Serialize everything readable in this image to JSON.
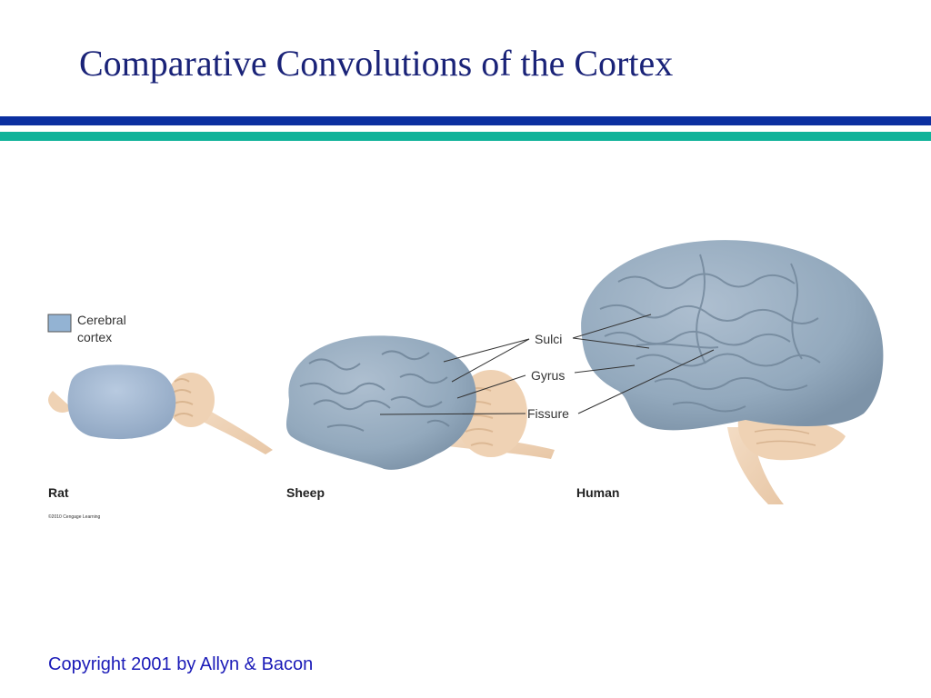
{
  "slide": {
    "title": "Comparative Convolutions of the Cortex",
    "footer": "Copyright 2001 by Allyn & Bacon"
  },
  "figure": {
    "legend": {
      "line1": "Cerebral",
      "line2": "cortex",
      "swatch_color": "#93b3d3"
    },
    "callouts": {
      "sulci": "Sulci",
      "gyrus": "Gyrus",
      "fissure": "Fissure"
    },
    "species": {
      "rat": "Rat",
      "sheep": "Sheep",
      "human": "Human"
    },
    "credit": "©2010 Cengage Learning"
  },
  "colors": {
    "title": "#1a2378",
    "rule_blue": "#0b2fa0",
    "rule_teal": "#10b39a",
    "footer": "#1b1bb8",
    "cortex": "#93a9bd",
    "brainstem": "#f0d4b8"
  }
}
